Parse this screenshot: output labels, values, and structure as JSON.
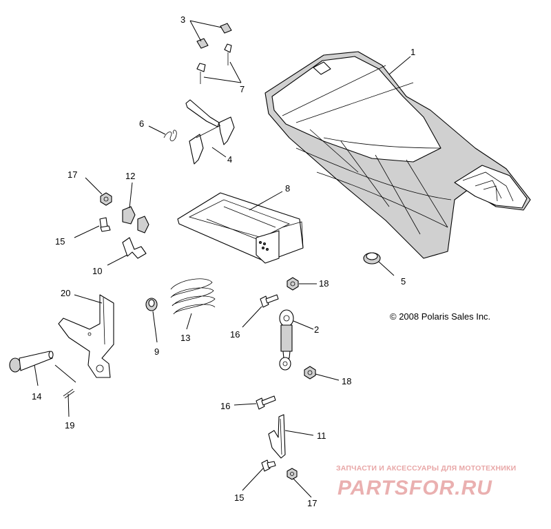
{
  "callouts": {
    "c1": "1",
    "c2": "2",
    "c3": "3",
    "c4": "4",
    "c5": "5",
    "c6": "6",
    "c7": "7",
    "c8": "8",
    "c9": "9",
    "c10": "10",
    "c11": "11",
    "c12": "12",
    "c13": "13",
    "c14": "14",
    "c15a": "15",
    "c15b": "15",
    "c16a": "16",
    "c16b": "16",
    "c17a": "17",
    "c17b": "17",
    "c18a": "18",
    "c18b": "18",
    "c19": "19",
    "c20": "20"
  },
  "copyright": "© 2008 Polaris Sales Inc.",
  "watermark": {
    "tagline": "ЗАПЧАСТИ И АКСЕССУАРЫ ДЛЯ МОТОТЕХНИКИ",
    "logo": "PARTSFOR.RU"
  }
}
